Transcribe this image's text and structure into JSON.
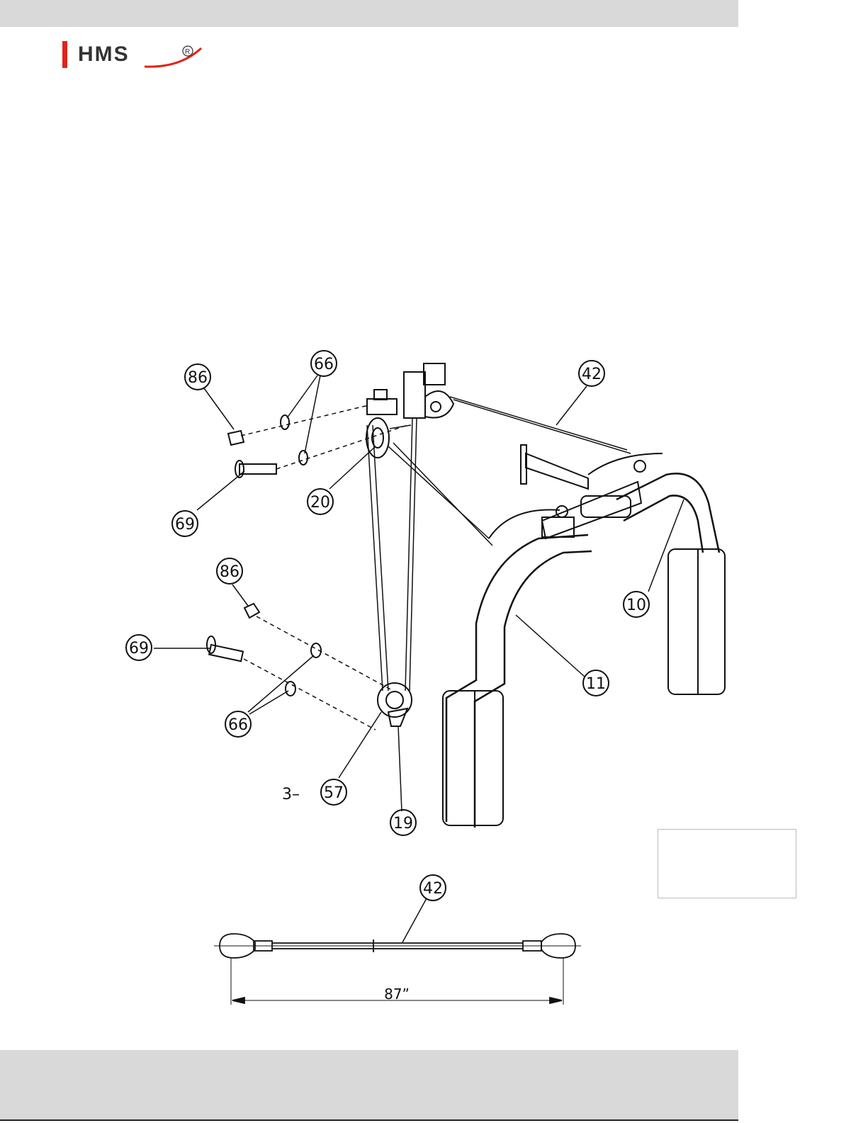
{
  "brand": {
    "logo_text": "HMS",
    "registered_mark": "R",
    "accent_color": "#e2231a"
  },
  "callouts": {
    "c86a": "86",
    "c66a": "66",
    "c42a": "42",
    "c69a": "69",
    "c20": "20",
    "c86b": "86",
    "c69b": "69",
    "c66b": "66",
    "c10": "10",
    "c11": "11",
    "c57": "57",
    "c57_prefix": "3–",
    "c19": "19",
    "c42b": "42"
  },
  "cable": {
    "length_label": "87”"
  }
}
